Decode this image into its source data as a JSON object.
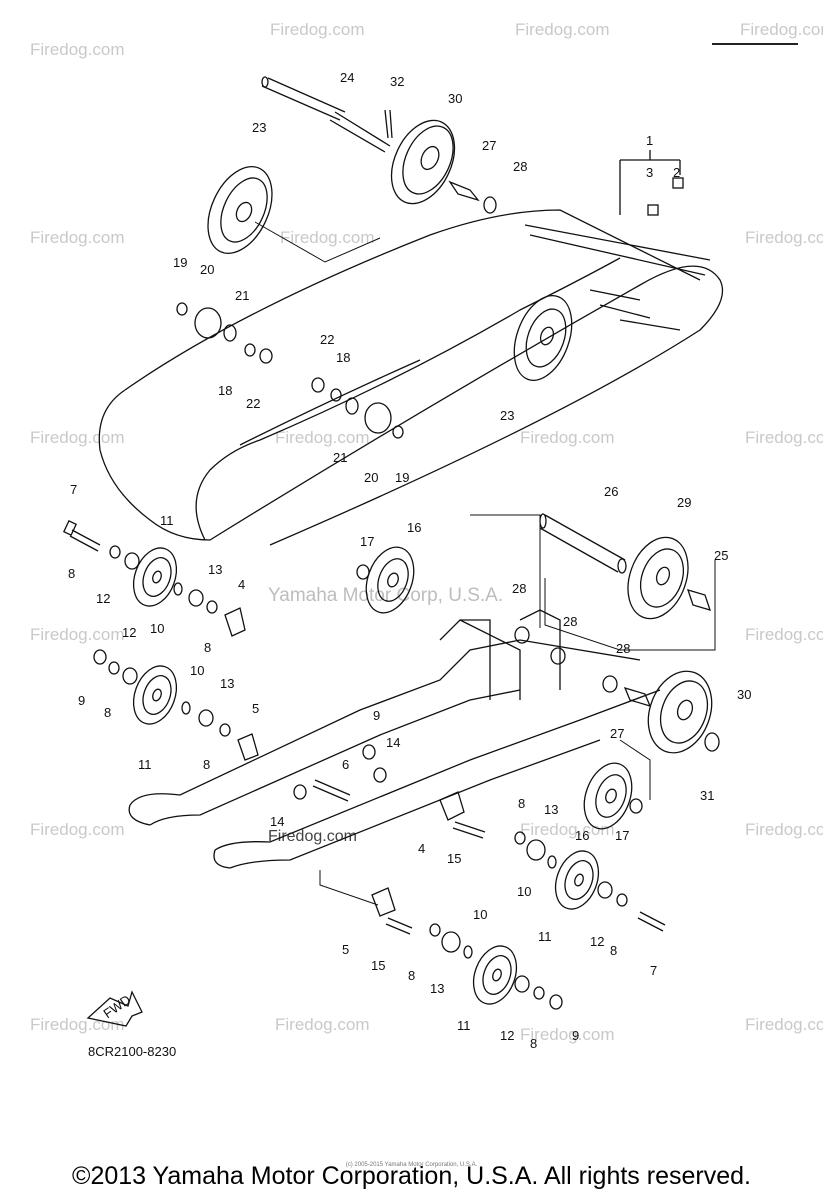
{
  "watermark": "Firedog.com",
  "watermark_center": "Yamaha Motor Corp, U.S.A.",
  "watermark_center2": "Firedog.com",
  "diagram_code": "8CR2100-8230",
  "fwd_label": "FWD",
  "fine_print": "(c) 2005-2015 Yamaha Motor Corporation, U.S.A.",
  "copyright": "©2013 Yamaha Motor Corporation, U.S.A. All rights reserved.",
  "callouts": {
    "c24": "24",
    "c32": "32",
    "c30a": "30",
    "c23a": "23",
    "c27a": "27",
    "c28a": "28",
    "c1": "1",
    "c3": "3",
    "c2": "2",
    "c19a": "19",
    "c20a": "20",
    "c21a": "21",
    "c18a": "18",
    "c22a": "22",
    "c22b": "22",
    "c18b": "18",
    "c23b": "23",
    "c21b": "21",
    "c20b": "20",
    "c19b": "19",
    "c7a": "7",
    "c11a": "11",
    "c16a": "16",
    "c17a": "17",
    "c26": "26",
    "c29": "29",
    "c25": "25",
    "c8a": "8",
    "c12a": "12",
    "c13a": "13",
    "c4a": "4",
    "c10a": "10",
    "c8b": "8",
    "c28b": "28",
    "c28c": "28",
    "c28d": "28",
    "c12b": "12",
    "c9a": "9",
    "c8c": "8",
    "c10b": "10",
    "c13b": "13",
    "c11b": "11",
    "c5a": "5",
    "c8d": "8",
    "c9b": "9",
    "c14a": "14",
    "c30b": "30",
    "c27b": "27",
    "c31": "31",
    "c6": "6",
    "c14b": "14",
    "c8e": "8",
    "c13c": "13",
    "c16b": "16",
    "c17b": "17",
    "c4b": "4",
    "c15a": "15",
    "c10c": "10",
    "c11c": "11",
    "c12c": "12",
    "c8f": "8",
    "c7b": "7",
    "c5b": "5",
    "c15b": "15",
    "c10d": "10",
    "c8g": "8",
    "c13d": "13",
    "c11d": "11",
    "c12d": "12",
    "c8h": "8",
    "c9c": "9"
  }
}
